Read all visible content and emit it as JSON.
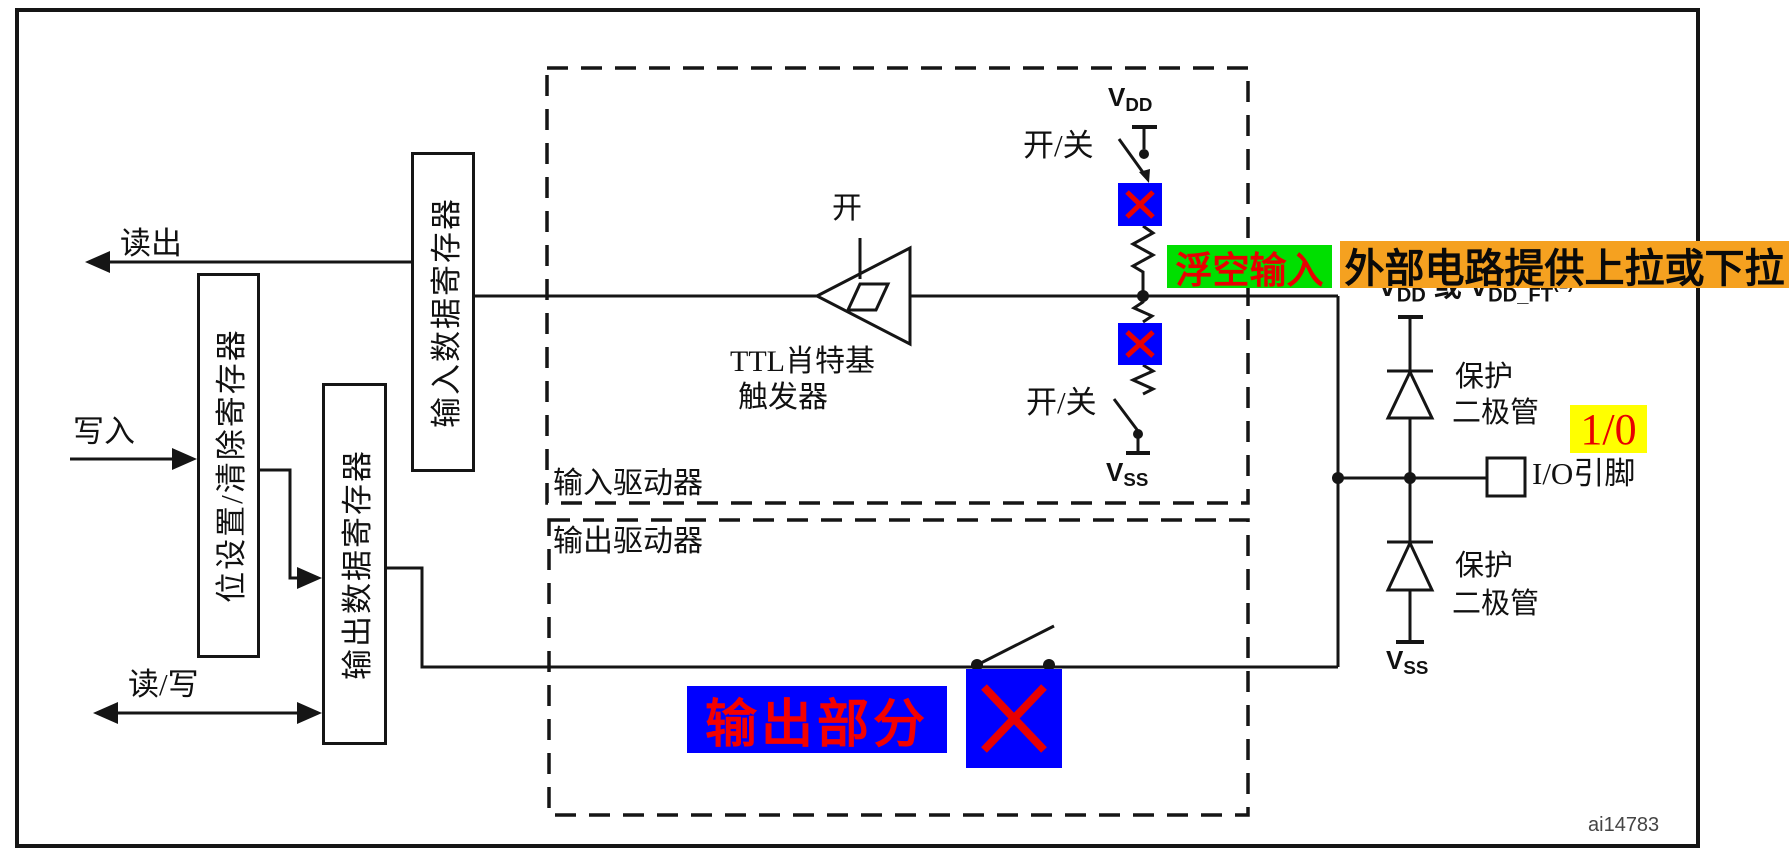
{
  "figure": {
    "watermark": "ai14783",
    "colors": {
      "line": "#151515",
      "highlight_green": "#00DF00",
      "highlight_orange": "#F5A120",
      "highlight_yellow": "#FFFF00",
      "censor_blue": "#0000FF",
      "annotation_red": "#E80000"
    }
  },
  "bus_labels": {
    "read_out": "读出",
    "write_in": "写入",
    "read_write": "读/写"
  },
  "registers": {
    "bit_set_clear": "位设置/清除寄存器",
    "output_data": "输出数据寄存器",
    "input_data": "输入数据寄存器"
  },
  "drivers": {
    "input_driver": "输入驱动器",
    "output_driver": "输出驱动器"
  },
  "input_path": {
    "schmitt_enable": "开",
    "schmitt_label_line1": "TTL肖特基",
    "schmitt_label_line2": "触发器",
    "pullup_switch": "开/关",
    "pulldown_switch": "开/关",
    "vdd": {
      "base": "V",
      "sub": "DD"
    },
    "vss": {
      "base": "V",
      "sub": "SS"
    }
  },
  "io_cell": {
    "vdd_or_vddft": {
      "base1": "V",
      "sub1": "DD",
      "mid": "或",
      "base2": "V",
      "sub2": "DD_FT",
      "sup": "(1)"
    },
    "protect_top_line1": "保护",
    "protect_top_line2": "二极管",
    "protect_bottom_line1": "保护",
    "protect_bottom_line2": "二极管",
    "io_pin": "I/O引脚",
    "vss": {
      "base": "V",
      "sub": "SS"
    }
  },
  "annotations": {
    "floating_input": "浮空输入",
    "external_pull": "外部电路提供上拉或下拉",
    "logic_level": "1/0",
    "output_section": "输出部分"
  }
}
